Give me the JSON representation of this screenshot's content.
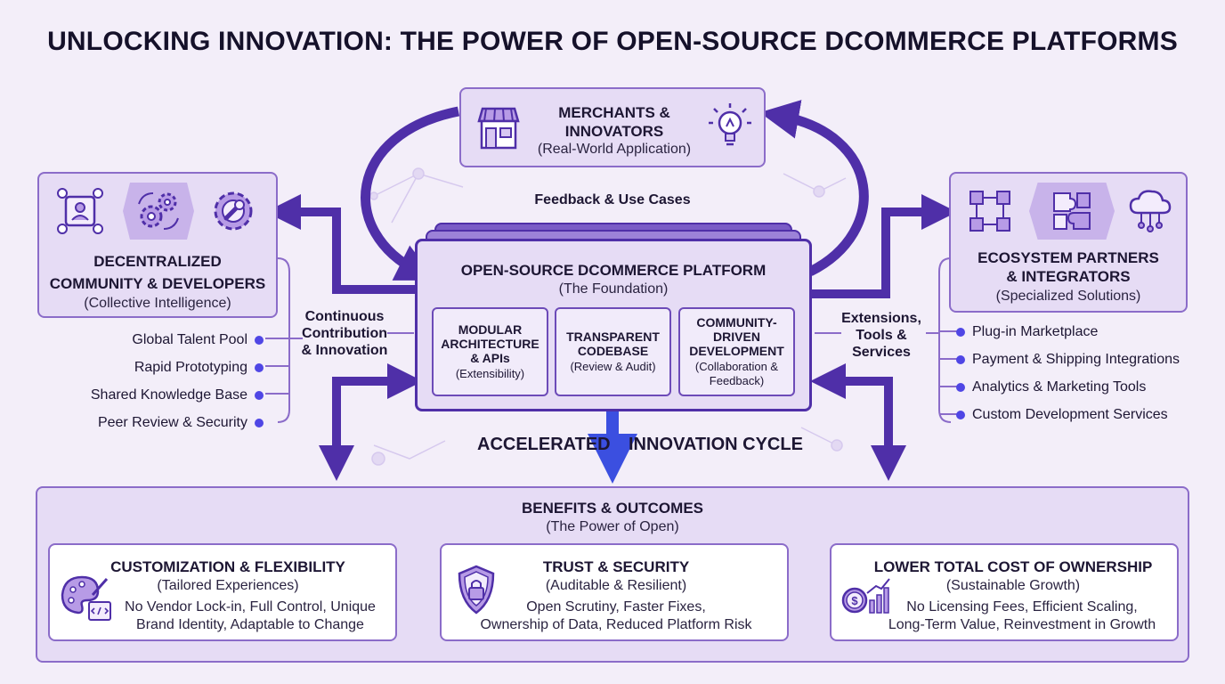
{
  "title": "UNLOCKING INNOVATION: THE POWER OF OPEN-SOURCE DCOMMERCE PLATFORMS",
  "merchants": {
    "heading_line1": "MERCHANTS &",
    "heading_line2": "INNOVATORS",
    "subtitle": "(Real-World Application)"
  },
  "feedback_label": "Feedback & Use Cases",
  "community": {
    "heading_line1": "DECENTRALIZED",
    "heading_line2": "COMMUNITY & DEVELOPERS",
    "subtitle": "(Collective Intelligence)",
    "items": [
      "Global Talent Pool",
      "Rapid Prototyping",
      "Shared Knowledge Base",
      "Peer Review & Security"
    ]
  },
  "ecosystem": {
    "heading_line1": "ECOSYSTEM PARTNERS",
    "heading_line2": "& INTEGRATORS",
    "subtitle": "(Specialized Solutions)",
    "items": [
      "Plug-in Marketplace",
      "Payment & Shipping Integrations",
      "Analytics & Marketing Tools",
      "Custom Development Services"
    ]
  },
  "platform": {
    "heading": "OPEN-SOURCE DCOMMERCE PLATFORM",
    "subtitle": "(The Foundation)",
    "modules": [
      {
        "title_lines": [
          "MODULAR",
          "ARCHITECTURE",
          "& APIs"
        ],
        "subtitle": "(Extensibility)"
      },
      {
        "title_lines": [
          "TRANSPARENT",
          "CODEBASE"
        ],
        "subtitle": "(Review & Audit)"
      },
      {
        "title_lines": [
          "COMMUNITY-",
          "DRIVEN",
          "DEVELOPMENT"
        ],
        "subtitle_lines": [
          "(Collaboration &",
          "Feedback)"
        ]
      }
    ]
  },
  "contribution_label": [
    "Continuous",
    "Contribution",
    "& Innovation"
  ],
  "extensions_label": [
    "Extensions,",
    "Tools &",
    "Services"
  ],
  "cycle": {
    "left": "ACCELERATED",
    "right": "INNOVATION CYCLE"
  },
  "benefits": {
    "heading": "BENEFITS & OUTCOMES",
    "subtitle": "(The Power of Open)",
    "cards": [
      {
        "heading": "CUSTOMIZATION & FLEXIBILITY",
        "subtitle": "(Tailored Experiences)",
        "body_lines": [
          "No Vendor Lock-in, Full Control, Unique",
          "Brand Identity, Adaptable to Change"
        ]
      },
      {
        "heading": "TRUST & SECURITY",
        "subtitle": "(Auditable & Resilient)",
        "body_lines": [
          "Open Scrutiny, Faster Fixes,",
          "Ownership of Data, Reduced Platform Risk"
        ]
      },
      {
        "heading": "LOWER TOTAL COST OF OWNERSHIP",
        "subtitle": "(Sustainable Growth)",
        "body_lines": [
          "No Licensing Fees, Efficient Scaling,",
          "Long-Term Value, Reinvestment in Growth"
        ]
      }
    ]
  },
  "colors": {
    "accent": "#4f2fa8",
    "border": "#8b6cc9",
    "fill": "#e6dcf5",
    "background": "#f3eef9",
    "bullet": "#4f46e5"
  },
  "icons": [
    "storefront-icon",
    "lightbulb-icon",
    "network-people-icon",
    "gears-icon",
    "wrench-gear-icon",
    "cubes-icon",
    "puzzle-icon",
    "cloud-network-icon",
    "palette-code-icon",
    "shield-lock-icon",
    "coin-growth-icon"
  ]
}
